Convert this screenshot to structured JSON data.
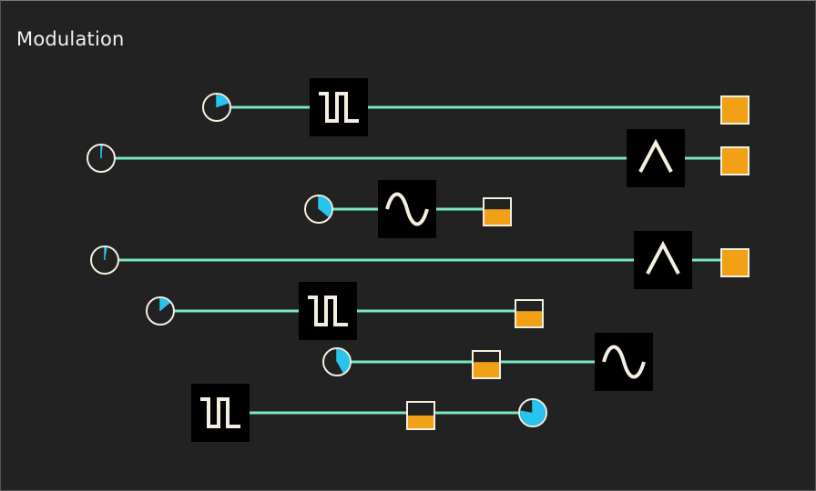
{
  "panel": {
    "title": "Modulation"
  },
  "colors": {
    "background": "#222222",
    "cable": "#7be8c2",
    "knob_fill": "#27c5ee",
    "knob_ring": "#f4efe0",
    "meter_fill": "#f2a116",
    "meter_border": "#f4efe0",
    "source_bg": "#000000",
    "waveform": "#f4efe0"
  },
  "rows": [
    {
      "knob_value": 0.2,
      "source": "square-wave-icon",
      "meter_level": 1.0
    },
    {
      "knob_value": 0.02,
      "source": "triangle-wave-icon",
      "meter_level": 1.0
    },
    {
      "knob_value": 0.36,
      "source": "sine-wave-icon",
      "meter_level": 0.6
    },
    {
      "knob_value": 0.03,
      "source": "triangle-wave-icon",
      "meter_level": 1.0
    },
    {
      "knob_value": 0.14,
      "source": "square-wave-icon",
      "meter_level": 0.6
    },
    {
      "knob_value": 0.42,
      "source": "sine-wave-icon",
      "meter_level": 0.6
    },
    {
      "knob_value": 0.78,
      "source": "square-wave-icon",
      "meter_level": 0.5
    }
  ]
}
